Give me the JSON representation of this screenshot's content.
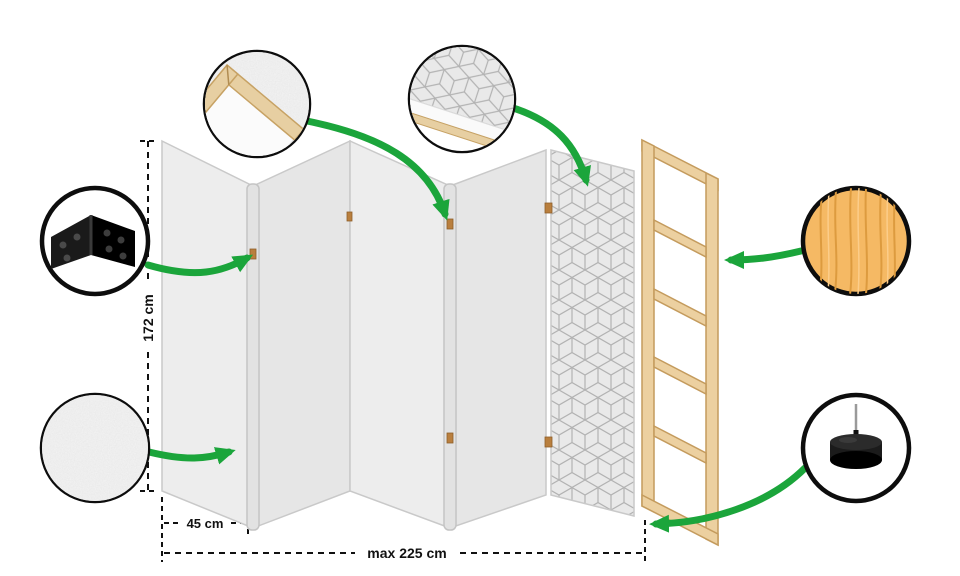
{
  "diagram": {
    "title": "folding-room-divider-construction-diagram",
    "dimensions": {
      "height": "172 cm",
      "panel_width": "45 cm",
      "max_total_width": "max 225 cm"
    },
    "colors": {
      "arrow_green": "#1ba53b",
      "panel_gray": "#ededed",
      "panel_gray_alt": "#e6e6e6",
      "pattern_line": "#b2b2b2",
      "wood_frame": "#ecd0a0",
      "wood_frame_outline": "#c49b5d",
      "wood_circle": "#f5b964",
      "hinge_tan": "#b97f3e",
      "outline_black": "#0d0d0d"
    },
    "callouts": [
      {
        "id": "corner-frame",
        "icon": "frame-corner-detail-icon"
      },
      {
        "id": "panel-edge-pattern",
        "icon": "panel-edge-detail-icon"
      },
      {
        "id": "hinge",
        "icon": "hinge-detail-icon"
      },
      {
        "id": "fabric-texture",
        "icon": "fabric-texture-detail-icon"
      },
      {
        "id": "wood-texture",
        "icon": "wood-texture-detail-icon"
      },
      {
        "id": "foot",
        "icon": "foot-detail-icon"
      }
    ]
  }
}
